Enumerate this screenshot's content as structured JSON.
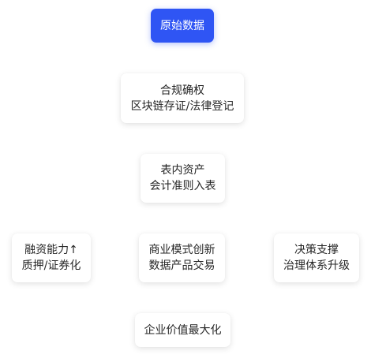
{
  "diagram": {
    "accent_color": "#2f55f4",
    "nodes": {
      "source": {
        "lines": [
          "原始数据"
        ]
      },
      "compliance": {
        "lines": [
          "合规确权",
          "区块链存证/法律登记"
        ]
      },
      "asset": {
        "lines": [
          "表内资产",
          "会计准则入表"
        ]
      },
      "financing": {
        "lines": [
          "融资能力↑",
          "质押/证券化"
        ]
      },
      "business": {
        "lines": [
          "商业模式创新",
          "数据产品交易"
        ]
      },
      "decision": {
        "lines": [
          "决策支撑",
          "治理体系升级"
        ]
      },
      "value": {
        "lines": [
          "企业价值最大化"
        ]
      }
    }
  }
}
